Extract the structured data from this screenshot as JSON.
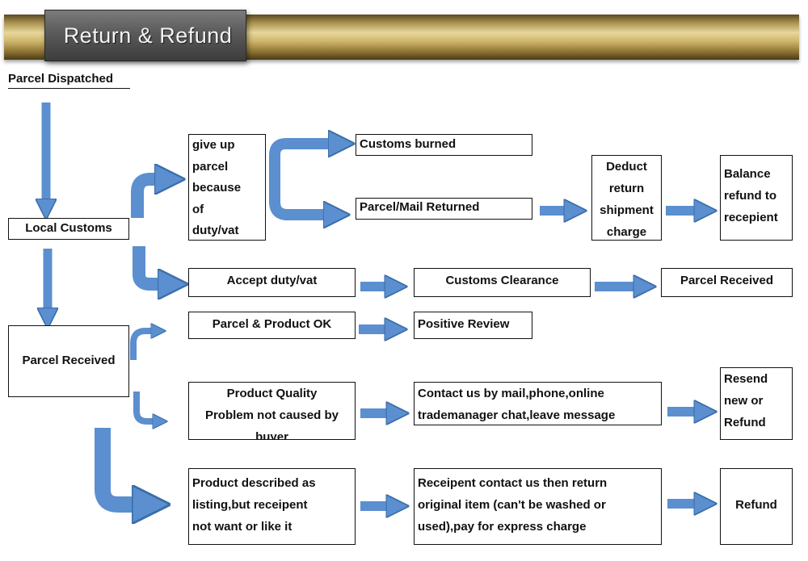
{
  "header": {
    "title": "Return & Refund"
  },
  "nodes": {
    "parcel_dispatched": "Parcel Dispatched",
    "local_customs": "Local Customs",
    "parcel_received_left": "Parcel Received",
    "give_up": [
      "give up",
      "parcel",
      "because",
      "of",
      "duty/vat"
    ],
    "customs_burned": "Customs burned",
    "parcel_mail_returned": "Parcel/Mail Returned",
    "deduct_charge": [
      "Deduct",
      "return",
      "shipment",
      "charge"
    ],
    "balance_refund": [
      "Balance",
      "refund to",
      "recepient"
    ],
    "accept_duty": "Accept duty/vat",
    "customs_clearance": "Customs Clearance",
    "parcel_received_right": "Parcel Received",
    "parcel_product_ok": "Parcel & Product OK",
    "positive_review": "Positive Review",
    "quality_problem": [
      "Product Quality",
      "Problem not caused by",
      "buyer"
    ],
    "contact_us": [
      "Contact us by mail,phone,online",
      "trademanager chat,leave message"
    ],
    "resend": [
      "Resend",
      "new or",
      "Refund"
    ],
    "described": [
      "Product described as",
      "listing,but receipent",
      "not want or like it"
    ],
    "receipent_contact": [
      "Receipent contact us then return",
      "original item (can't be washed or",
      "used),pay for express charge"
    ],
    "refund": "Refund"
  },
  "colors": {
    "arrow_fill": "#5b8fcf",
    "arrow_stroke": "#3a6ea8",
    "banner_gold": "#cdb46a",
    "banner_tab": "#5a5a5a"
  }
}
